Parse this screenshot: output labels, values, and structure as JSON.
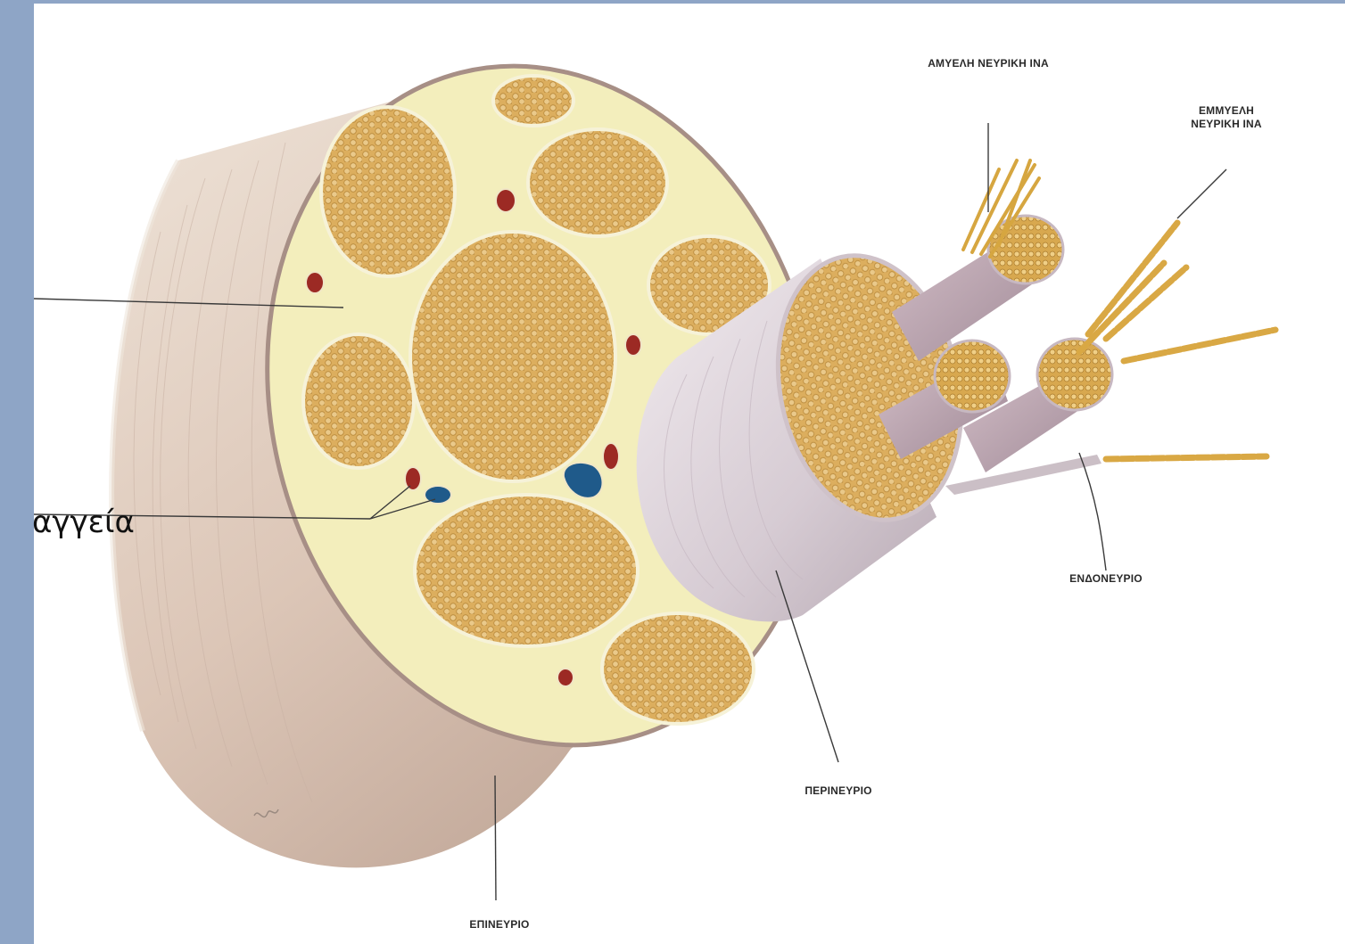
{
  "labels": {
    "unmyelinated_fiber": "ΑΜΥΕΛΗ ΝΕΥΡΙΚΗ ΙΝΑ",
    "myelinated_fiber": "ΕΜΜΥΕΛΗ ΝΕΥΡΙΚΗ ΙΝΑ",
    "endoneurium": "ΕΝΔΟΝΕΥΡΙΟ",
    "perineurium": "ΠΕΡΙΝΕΥΡΙΟ",
    "epineurium": "ΕΠΙΝΕΥΡΙΟ",
    "vessels": "αγγεία"
  },
  "colors": {
    "frame": "#8ea5c6",
    "epineurium_sheath": "#e3d2c7",
    "connective_tissue": "#f4efc0",
    "fascicle": "#d9ab5b",
    "perineurium_sheath": "#ddd3d8",
    "artery": "#9c2a24",
    "vein": "#1f5a8a"
  }
}
